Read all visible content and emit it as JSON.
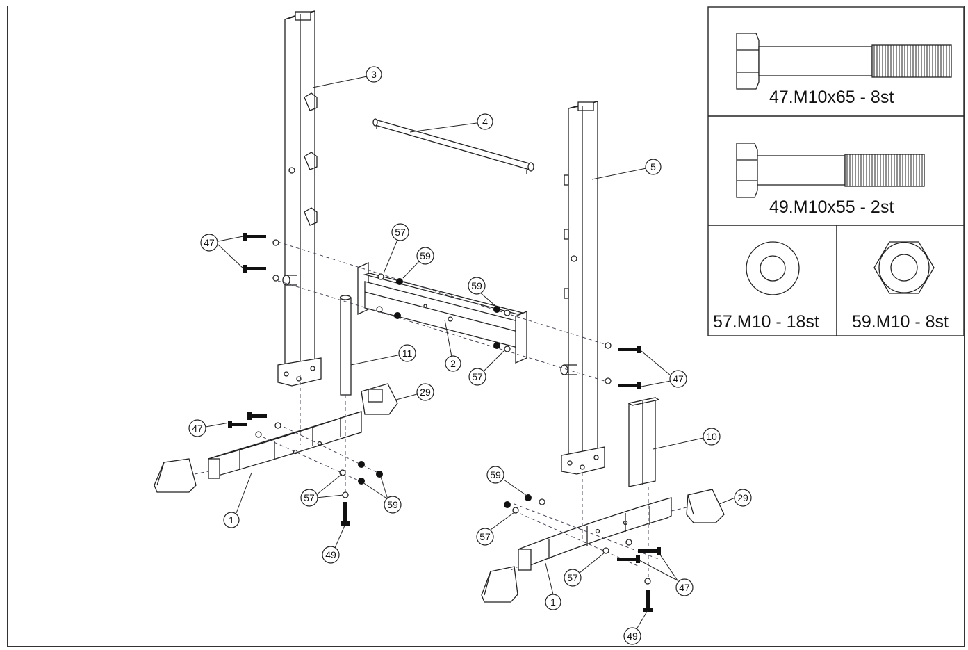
{
  "hardware_legend": [
    {
      "id": "hw-47",
      "label": "47.M10x65  -  8st",
      "kind": "bolt-long"
    },
    {
      "id": "hw-49",
      "label": "49.M10x55  -  2st",
      "kind": "bolt-short"
    },
    {
      "id": "hw-57",
      "label": "57.M10  -  18st",
      "kind": "washer"
    },
    {
      "id": "hw-59",
      "label": "59.M10  -  8st",
      "kind": "nut"
    }
  ],
  "callouts": {
    "c3": "3",
    "c4": "4",
    "c5": "5",
    "c47a": "47",
    "c57a": "57",
    "c59a": "59",
    "c59b": "59",
    "c11": "11",
    "c2": "2",
    "c57b": "57",
    "c47b": "47",
    "c29a": "29",
    "c47c": "47",
    "c10": "10",
    "c57c": "57",
    "c59c": "59",
    "c1a": "1",
    "c49a": "49",
    "c59d": "59",
    "c57d": "57",
    "c29b": "29",
    "c57e": "57",
    "c47d": "47",
    "c1b": "1",
    "c49b": "49"
  },
  "colors": {
    "line": "#222222",
    "dash": "#445566",
    "background": "#ffffff"
  }
}
